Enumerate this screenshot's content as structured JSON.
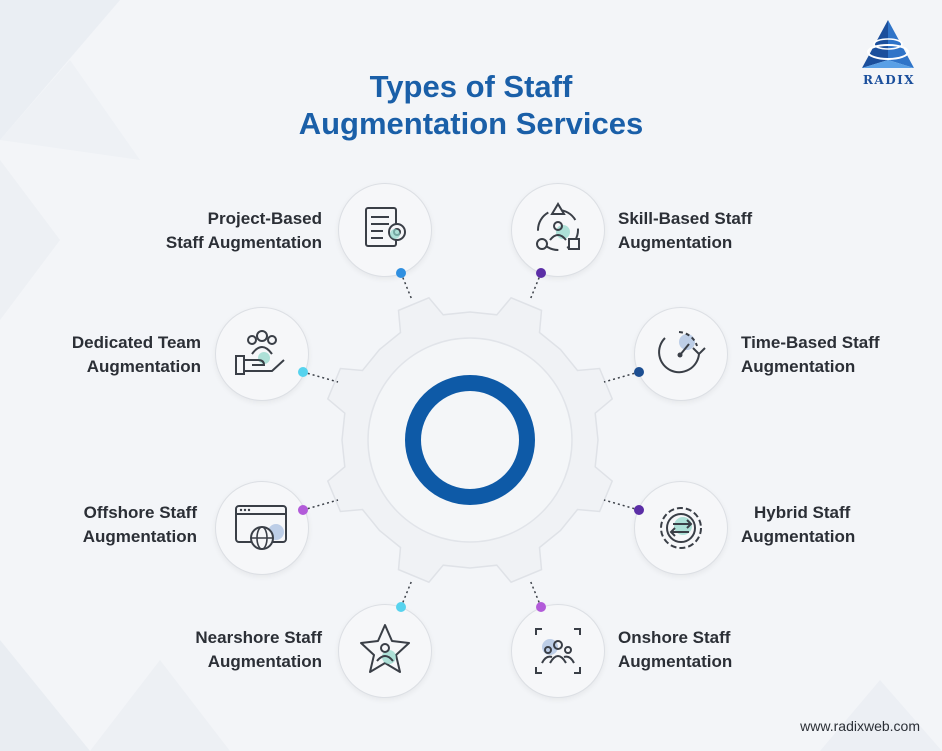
{
  "title": {
    "line1": "Types of Staff",
    "line2": "Augmentation Services"
  },
  "logo": {
    "text": "RADIX",
    "icon": "pyramid-logo-icon"
  },
  "colors": {
    "title": "#1a5fa8",
    "ring": "#0e5aa7",
    "blue_dot": "#2f8fe0",
    "purple_dot": "#5b2ea6",
    "cyan_dot": "#57d3ee",
    "magenta_dot": "#b25bd9",
    "navy_dot": "#1d4f92"
  },
  "services": [
    {
      "line1": "Project-Based",
      "line2": "Staff Augmentation",
      "icon": "document-gear-icon"
    },
    {
      "line1": "Skill-Based Staff",
      "line2": "Augmentation",
      "icon": "skills-network-icon"
    },
    {
      "line1": "Dedicated Team",
      "line2": "Augmentation",
      "icon": "team-hand-icon"
    },
    {
      "line1": "Time-Based Staff",
      "line2": "Augmentation",
      "icon": "stopwatch-icon"
    },
    {
      "line1": "Offshore Staff",
      "line2": "Augmentation",
      "icon": "browser-globe-icon"
    },
    {
      "line1": "Hybrid Staff",
      "line2": "Augmentation",
      "icon": "gear-arrows-icon"
    },
    {
      "line1": "Nearshore Staff",
      "line2": "Augmentation",
      "icon": "star-person-icon"
    },
    {
      "line1": "Onshore Staff",
      "line2": "Augmentation",
      "icon": "group-frame-icon"
    }
  ],
  "footer": {
    "url": "www.radixweb.com"
  }
}
